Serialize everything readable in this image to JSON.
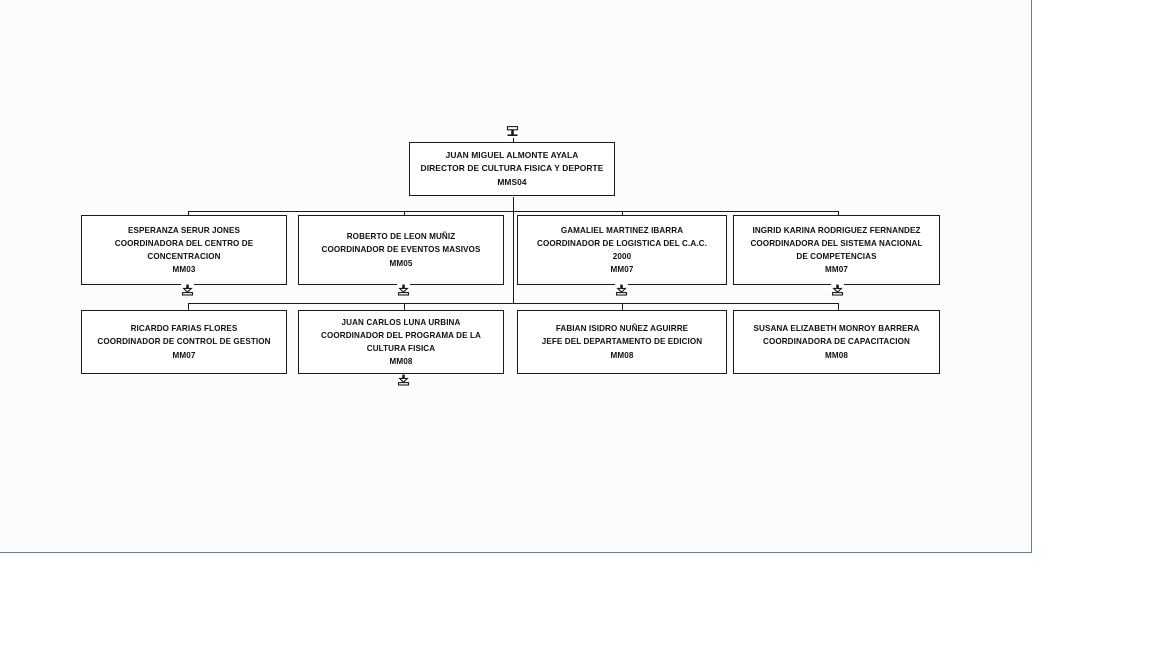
{
  "document": {
    "type": "organizational-chart",
    "page_background": "#fbfcfd",
    "border_color": "#6d7f8d",
    "box_border_color": "#1b1b1b",
    "text_color": "#111111"
  },
  "chart": {
    "root": {
      "name": "JUAN MIGUEL ALMONTE AYALA",
      "title": "DIRECTOR DE CULTURA FISICA Y DEPORTE",
      "code": "MMS04",
      "toggle_icon": "expand-up-icon"
    },
    "level1": [
      {
        "name": "ESPERANZA SERUR JONES",
        "title_line1": "COORDINADORA DEL CENTRO DE",
        "title_line2": "CONCENTRACION",
        "code": "MM03",
        "toggle_icon": "collapse-down-icon"
      },
      {
        "name": "ROBERTO DE LEON MUÑIZ",
        "title_line1": "COORDINADOR DE EVENTOS MASIVOS",
        "title_line2": "",
        "code": "MM05",
        "toggle_icon": "collapse-down-icon"
      },
      {
        "name": "GAMALIEL MARTINEZ IBARRA",
        "title_line1": "COORDINADOR DE LOGISTICA DEL C.A.C.",
        "title_line2": "2000",
        "code": "MM07",
        "toggle_icon": "collapse-down-icon"
      },
      {
        "name": "INGRID KARINA RODRIGUEZ FERNANDEZ",
        "title_line1": "COORDINADORA DEL SISTEMA NACIONAL",
        "title_line2": "DE COMPETENCIAS",
        "code": "MM07",
        "toggle_icon": "collapse-down-icon"
      }
    ],
    "level2": [
      {
        "name": "RICARDO FARIAS FLORES",
        "title_line1": "COORDINADOR DE CONTROL DE GESTION",
        "title_line2": "",
        "code": "MM07",
        "toggle_icon": ""
      },
      {
        "name": "JUAN CARLOS LUNA URBINA",
        "title_line1": "COORDINADOR DEL PROGRAMA DE LA",
        "title_line2": "CULTURA FISICA",
        "code": "MM08",
        "toggle_icon": "collapse-down-icon"
      },
      {
        "name": "FABIAN ISIDRO NUÑEZ AGUIRRE",
        "title_line1": "JEFE DEL DEPARTAMENTO DE EDICION",
        "title_line2": "",
        "code": "MM08",
        "toggle_icon": ""
      },
      {
        "name": "SUSANA ELIZABETH MONROY BARRERA",
        "title_line1": "COORDINADORA DE CAPACITACION",
        "title_line2": "",
        "code": "MM08",
        "toggle_icon": ""
      }
    ]
  }
}
